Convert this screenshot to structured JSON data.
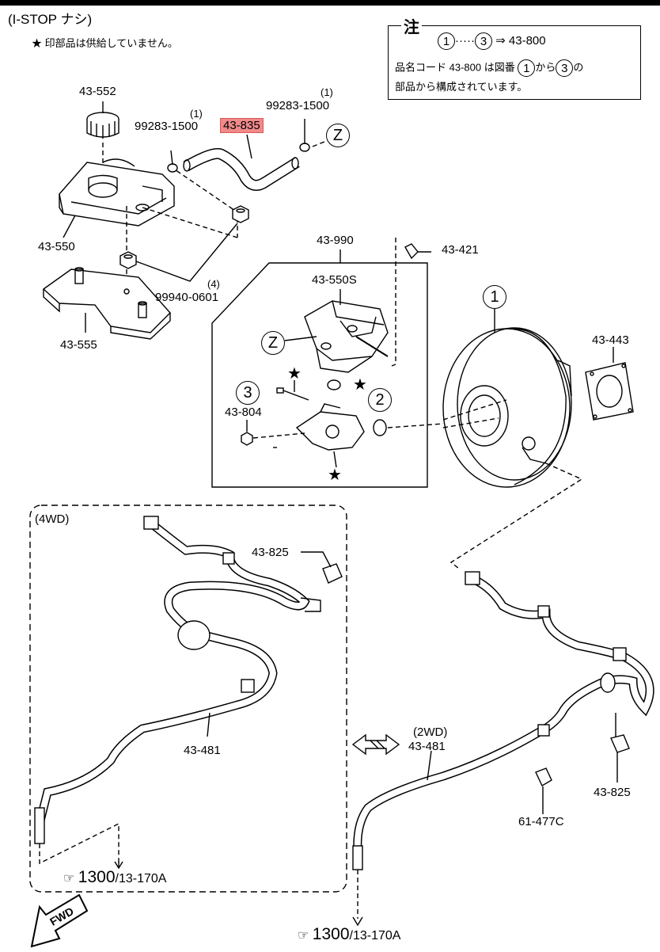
{
  "header": {
    "title": "(I-STOP ナシ)",
    "star_note": "★ 印部品は供給していません。"
  },
  "note": {
    "title": "注",
    "range_from": "1",
    "range_dots": "·····",
    "range_to": "3",
    "range_result": "⇒ 43-800",
    "line2_a": "品名コード  43-800  は図番",
    "line2_from": "1",
    "line2_b": "から",
    "line2_to": "3",
    "line2_c": "の",
    "line3": "部品から構成されています。"
  },
  "parts": {
    "p43_552": "43-552",
    "p43_550": "43-550",
    "p43_555": "43-555",
    "p99283_left": "99283-1500",
    "p99283_left_qty": "(1)",
    "p99283_right": "99283-1500",
    "p99283_right_qty": "(1)",
    "p43_835": "43-835",
    "p99940": "99940-0601",
    "p99940_qty": "(4)",
    "p43_990": "43-990",
    "p43_550s": "43-550S",
    "p43_421": "43-421",
    "p43_804": "43-804",
    "p43_443": "43-443",
    "p43_825_4wd": "43-825",
    "p43_481_4wd": "43-481",
    "p43_481_2wd_tag": "(2WD)",
    "p43_481_2wd": "43-481",
    "p61_477c": "61-477C",
    "p43_825_2wd": "43-825",
    "section_4wd": "(4WD)"
  },
  "callouts": {
    "z1": "Z",
    "z2": "Z",
    "c1": "1",
    "c2": "2",
    "c3": "3",
    "star": "★"
  },
  "refs": {
    "ref_4wd_num": "1300",
    "ref_4wd_fig": "/13-170A",
    "ref_2wd_num": "1300",
    "ref_2wd_fig": "/13-170A",
    "hand_icon": "pointing-hand-icon",
    "fwd": "FWD"
  },
  "colors": {
    "highlight": "#f08a8a"
  }
}
